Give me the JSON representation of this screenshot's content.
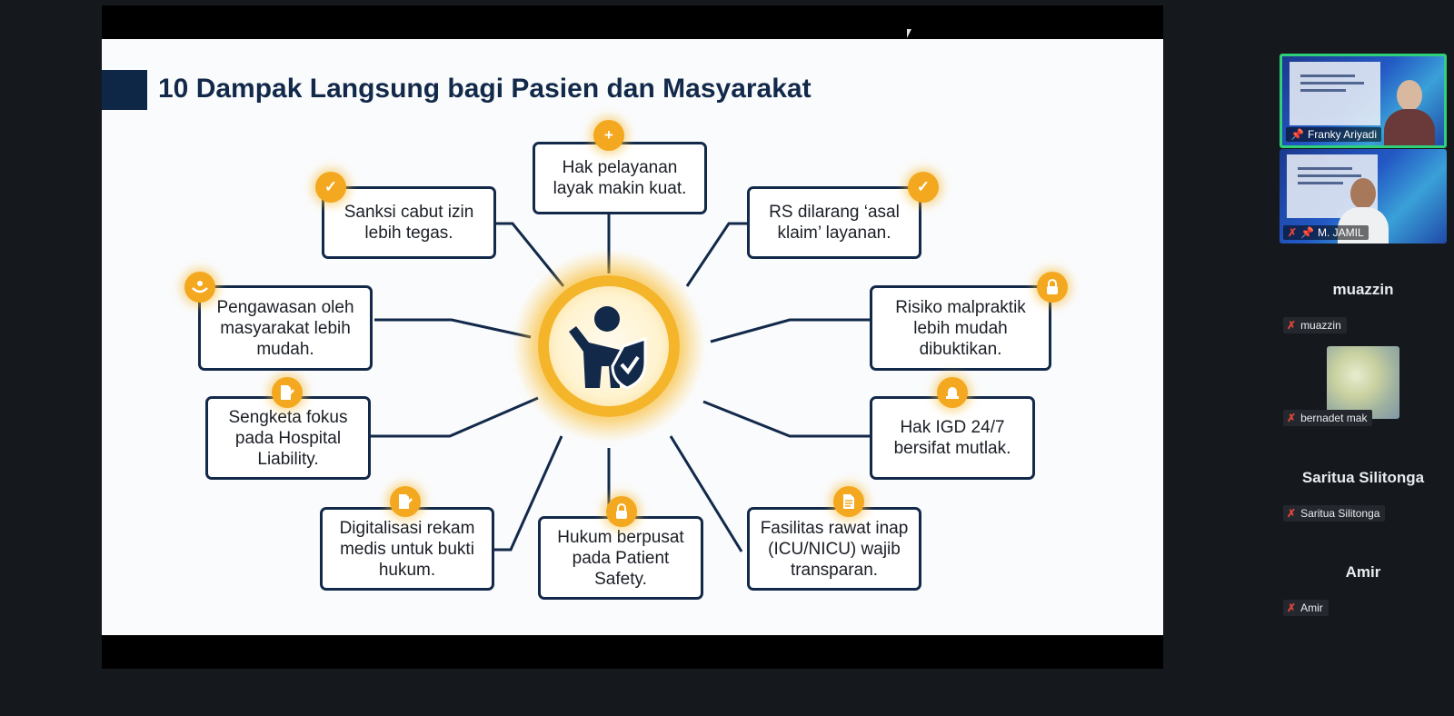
{
  "slide": {
    "title": "10 Dampak Langsung bagi Pasien dan Masyarakat",
    "items": [
      {
        "text": "Hak pelayanan layak makin kuat.",
        "icon": "shield-plus-icon"
      },
      {
        "text": "RS dilarang ‘asal klaim’ layanan.",
        "icon": "shield-check-icon"
      },
      {
        "text": "Risiko malpraktik lebih mudah dibuktikan.",
        "icon": "lock-icon"
      },
      {
        "text": "Hak IGD 24/7 bersifat mutlak.",
        "icon": "siren-icon"
      },
      {
        "text": "Fasilitas rawat inap (ICU/NICU) wajib transparan.",
        "icon": "document-icon"
      },
      {
        "text": "Hukum berpusat pada Patient Safety.",
        "icon": "lock-icon"
      },
      {
        "text": "Digitalisasi rekam medis untuk bukti hukum.",
        "icon": "edit-document-icon"
      },
      {
        "text": "Sengketa fokus pada Hospital Liability.",
        "icon": "edit-document-icon"
      },
      {
        "text": "Pengawasan oleh masyarakat lebih mudah.",
        "icon": "community-hands-icon"
      },
      {
        "text": "Sanksi cabut izin lebih tegas.",
        "icon": "shield-check-icon"
      }
    ],
    "center_icon": "person-shield-icon",
    "colors": {
      "navy": "#12294a",
      "gold": "#f3a81f"
    }
  },
  "participants": {
    "video": [
      {
        "label": "Franky Ariyadi",
        "active_speaker": true
      },
      {
        "label": "M. JAMIL",
        "active_speaker": false
      }
    ],
    "list": [
      {
        "display_name": "muazzin",
        "label": "muazzin"
      },
      {
        "display_name": "",
        "label": "bernadet mak"
      },
      {
        "display_name": "Saritua Silitonga",
        "label": "Saritua Silitonga"
      },
      {
        "display_name": "Amir",
        "label": "Amir"
      }
    ]
  }
}
